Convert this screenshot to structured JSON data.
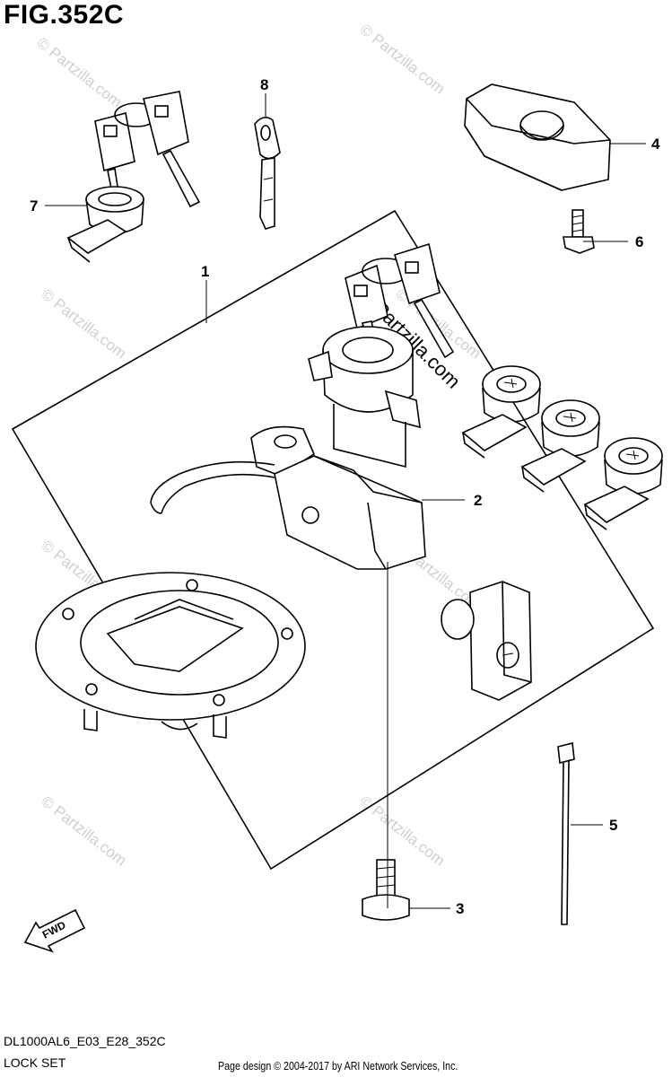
{
  "header": {
    "figure_title": "FIG.352C"
  },
  "footer": {
    "model_code": "DL1000AL6_E03_E28_352C",
    "section_name": "LOCK SET",
    "credit": "Page design © 2004-2017 by ARI Network Services, Inc."
  },
  "callouts": [
    "1",
    "2",
    "3",
    "4",
    "5",
    "6",
    "7",
    "8"
  ],
  "direction_marker": {
    "label": "FWD"
  },
  "brand_mark": "Partzilla.com",
  "watermark": "© Partzilla.com"
}
